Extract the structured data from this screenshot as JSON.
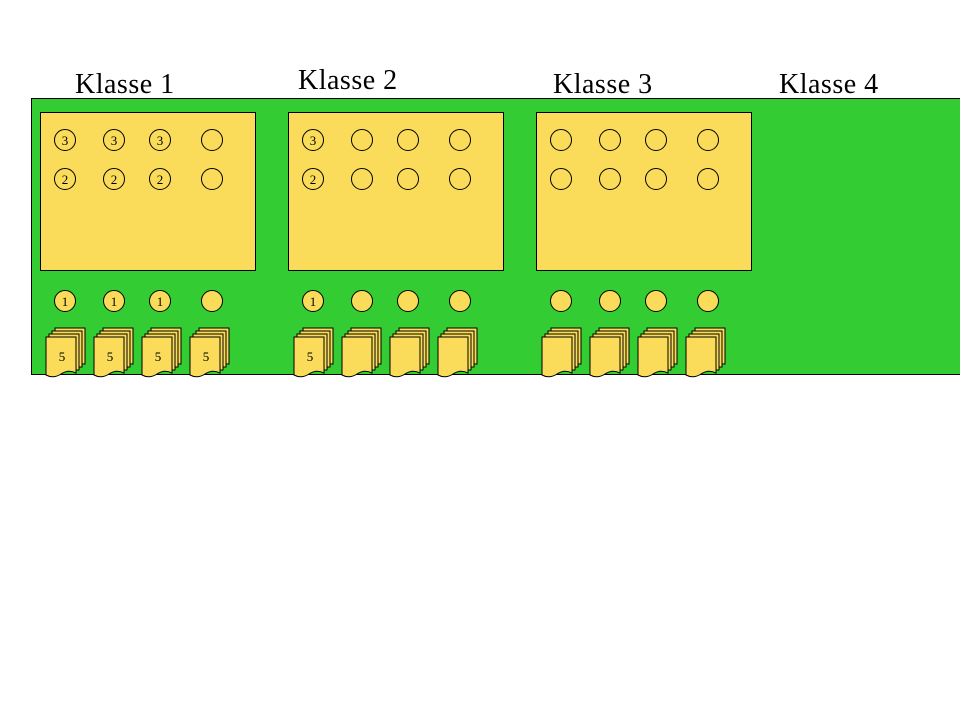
{
  "colors": {
    "board": "#33cc33",
    "card": "#fadc5a",
    "outline": "#000000",
    "background": "#ffffff"
  },
  "columns": [
    {
      "title": "Klasse 1",
      "panel_rows": [
        [
          "3",
          "3",
          "3",
          ""
        ],
        [
          "2",
          "2",
          "2",
          ""
        ]
      ],
      "tokens": [
        "1",
        "1",
        "1",
        ""
      ],
      "stacks": [
        "5",
        "5",
        "5",
        "5"
      ]
    },
    {
      "title": "Klasse 2",
      "panel_rows": [
        [
          "3",
          "",
          "",
          ""
        ],
        [
          "2",
          "",
          "",
          ""
        ]
      ],
      "tokens": [
        "1",
        "",
        "",
        ""
      ],
      "stacks": [
        "5",
        "",
        "",
        ""
      ]
    },
    {
      "title": "Klasse 3",
      "panel_rows": [
        [
          "",
          "",
          "",
          ""
        ],
        [
          "",
          "",
          "",
          ""
        ]
      ],
      "tokens": [
        "",
        "",
        "",
        ""
      ],
      "stacks": [
        "",
        "",
        "",
        ""
      ]
    },
    {
      "title": "Klasse 4"
    }
  ]
}
